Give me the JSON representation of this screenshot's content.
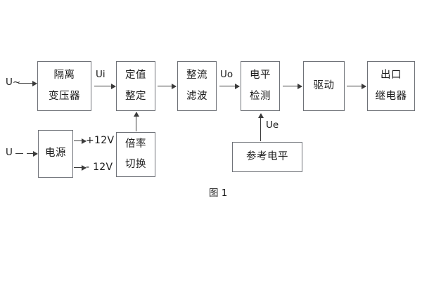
{
  "figure": {
    "caption": "图 1",
    "colors": {
      "background": "#ffffff",
      "box_border": "#6f7278",
      "arrow": "#3b3b3b",
      "text": "#1b1b1b"
    }
  },
  "blocks": [
    {
      "id": "isolation-transformer",
      "lines": [
        "隔离",
        "变压器"
      ]
    },
    {
      "id": "setting-value",
      "lines": [
        "定值",
        "整定"
      ]
    },
    {
      "id": "rectify-filter",
      "lines": [
        "整流",
        "滤波"
      ]
    },
    {
      "id": "level-detection",
      "lines": [
        "电平",
        "检测"
      ]
    },
    {
      "id": "drive",
      "lines": [
        "驱动"
      ]
    },
    {
      "id": "output-relay",
      "lines": [
        "出口",
        "继电器"
      ]
    },
    {
      "id": "power-supply",
      "lines": [
        "电源"
      ]
    },
    {
      "id": "multiplier-switch",
      "lines": [
        "倍率",
        "切换"
      ]
    },
    {
      "id": "reference-level",
      "lines": [
        "参考电平"
      ]
    }
  ],
  "labels": {
    "input_ac": "U~",
    "input_dc": "U",
    "ui": "Ui",
    "uo": "Uo",
    "ue": "Ue",
    "rail_positive": "+12V",
    "rail_negative": "- 12V"
  }
}
